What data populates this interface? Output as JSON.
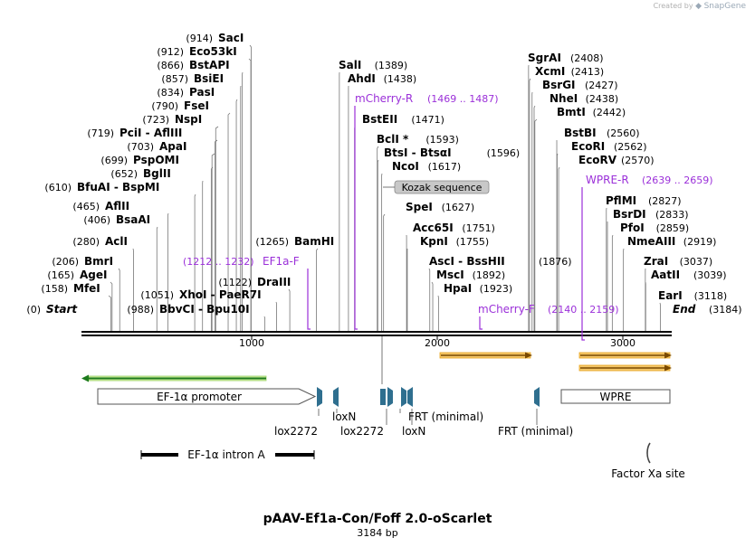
{
  "credit": {
    "created_by": "Created by",
    "brand": "SnapGene"
  },
  "plasmid": {
    "name": "pAAV-Ef1a-Con/Foff 2.0-oScarlet",
    "length_label": "3184 bp",
    "length": 3184
  },
  "axis": {
    "ticks": [
      "1000",
      "2000",
      "3000"
    ],
    "tick_values": [
      1000,
      2000,
      3000
    ]
  },
  "sites": [
    {
      "pos": "(914)",
      "name": "SacI",
      "loc": 914
    },
    {
      "pos": "(912)",
      "name": "Eco53kI",
      "loc": 912
    },
    {
      "pos": "(866)",
      "name": "BstAPI",
      "loc": 866
    },
    {
      "pos": "(857)",
      "name": "BsiEI",
      "loc": 857
    },
    {
      "pos": "(834)",
      "name": "PasI",
      "loc": 834
    },
    {
      "pos": "(790)",
      "name": "FseI",
      "loc": 790
    },
    {
      "pos": "(723)",
      "name": "NspI",
      "loc": 723
    },
    {
      "pos": "(719)",
      "name": "PciI  -  AflIII",
      "loc": 719
    },
    {
      "pos": "(703)",
      "name": "ApaI",
      "loc": 703
    },
    {
      "pos": "(699)",
      "name": "PspOMI",
      "loc": 699
    },
    {
      "pos": "(652)",
      "name": "BglII",
      "loc": 652
    },
    {
      "pos": "(610)",
      "name": "BfuAI  -  BspMI",
      "loc": 610
    },
    {
      "pos": "(465)",
      "name": "AflII",
      "loc": 465
    },
    {
      "pos": "(406)",
      "name": "BsaAI",
      "loc": 406
    },
    {
      "pos": "(280)",
      "name": "AclI",
      "loc": 280
    },
    {
      "pos": "(206)",
      "name": "BmrI",
      "loc": 206
    },
    {
      "pos": "(165)",
      "name": "AgeI",
      "loc": 165
    },
    {
      "pos": "(158)",
      "name": "MfeI",
      "loc": 158
    },
    {
      "pos": "(0)",
      "name": "Start",
      "loc": 0
    },
    {
      "pos": "(1051)",
      "name": "XhoI  -  PaeR7I",
      "loc": 1051
    },
    {
      "pos": "(988)",
      "name": "BbvCI  -  Bpu10I",
      "loc": 988
    },
    {
      "pos": "(1122)",
      "name": "DraIII",
      "loc": 1122
    },
    {
      "pos": "(1265)",
      "name": "BamHI",
      "loc": 1265
    },
    {
      "pos": "(1389)",
      "name": "SalI",
      "loc": 1389
    },
    {
      "pos": "(1438)",
      "name": "AhdI",
      "loc": 1438
    },
    {
      "pos": "(1471)",
      "name": "BstEII",
      "loc": 1471
    },
    {
      "pos": "(1593)",
      "name": "BclI *",
      "loc": 1593
    },
    {
      "pos": "(1596)",
      "name": "BtsI  -  BtsαI",
      "loc": 1596
    },
    {
      "pos": "(1617)",
      "name": "NcoI",
      "loc": 1617
    },
    {
      "pos": "(1627)",
      "name": "SpeI",
      "loc": 1627
    },
    {
      "pos": "(1751)",
      "name": "Acc65I",
      "loc": 1751
    },
    {
      "pos": "(1755)",
      "name": "KpnI",
      "loc": 1755
    },
    {
      "pos": "(1876)",
      "name": "AscI  -  BssHII",
      "loc": 1876
    },
    {
      "pos": "(1892)",
      "name": "MscI",
      "loc": 1892
    },
    {
      "pos": "(1923)",
      "name": "HpaI",
      "loc": 1923
    },
    {
      "pos": "(2408)",
      "name": "SgrAI",
      "loc": 2408
    },
    {
      "pos": "(2413)",
      "name": "XcmI",
      "loc": 2413
    },
    {
      "pos": "(2427)",
      "name": "BsrGI",
      "loc": 2427
    },
    {
      "pos": "(2438)",
      "name": "NheI",
      "loc": 2438
    },
    {
      "pos": "(2442)",
      "name": "BmtI",
      "loc": 2442
    },
    {
      "pos": "(2560)",
      "name": "BstBI",
      "loc": 2560
    },
    {
      "pos": "(2562)",
      "name": "EcoRI",
      "loc": 2562
    },
    {
      "pos": "(2570)",
      "name": "EcoRV",
      "loc": 2570
    },
    {
      "pos": "(2827)",
      "name": "PflMI",
      "loc": 2827
    },
    {
      "pos": "(2833)",
      "name": "BsrDI",
      "loc": 2833
    },
    {
      "pos": "(2859)",
      "name": "PfoI",
      "loc": 2859
    },
    {
      "pos": "(2919)",
      "name": "NmeAIII",
      "loc": 2919
    },
    {
      "pos": "(3037)",
      "name": "ZraI",
      "loc": 3037
    },
    {
      "pos": "(3039)",
      "name": "AatII",
      "loc": 3039
    },
    {
      "pos": "(3118)",
      "name": "EarI",
      "loc": 3118
    },
    {
      "pos": "(3184)",
      "name": "End",
      "loc": 3184
    }
  ],
  "primers": [
    {
      "name": "mCherry-R",
      "range": "(1469 .. 1487)",
      "start": 1469,
      "end": 1487
    },
    {
      "name": "EF1a-F",
      "range": "(1212 .. 1232)",
      "start": 1212,
      "end": 1232
    },
    {
      "name": "WPRE-R",
      "range": "(2639 .. 2659)",
      "start": 2639,
      "end": 2659
    },
    {
      "name": "mCherry-F",
      "range": "(2140 .. 2159)",
      "start": 2140,
      "end": 2159
    }
  ],
  "kozak_label": "Kozak sequence",
  "features": {
    "promoter": "EF-1α promoter",
    "wpre": "WPRE",
    "intron": "EF-1α intron A",
    "factor_xa": "Factor Xa site",
    "lox2272_a": "lox2272",
    "loxN_a": "loxN",
    "lox2272_b": "lox2272",
    "frt_a": "FRT (minimal)",
    "loxN_b": "loxN",
    "frt_b": "FRT (minimal)"
  },
  "colors": {
    "primer": "#9b30d9",
    "green_arrow": "#2ca02c",
    "orange_arrow": "#e8a318",
    "lox": "#2f6f8f",
    "kozak_fill": "#c8c8c8"
  }
}
